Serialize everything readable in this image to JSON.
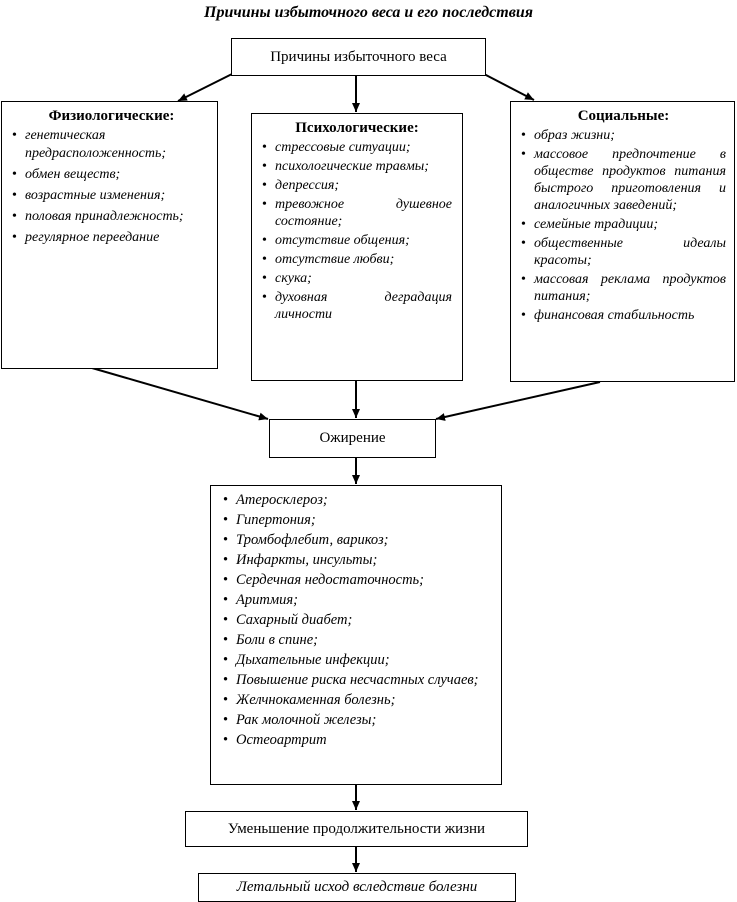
{
  "title": "Причины избыточного веса и его последствия",
  "causes_header": "Причины избыточного веса",
  "physiological": {
    "heading": "Физиологические:",
    "items": [
      "генетическая предрасположенность;",
      "обмен веществ;",
      "возрастные изменения;",
      "половая принадлежность;",
      "регулярное переедание"
    ]
  },
  "psychological": {
    "heading": "Психологические:",
    "items": [
      "стрессовые ситуации;",
      "психологические травмы;",
      "депрессия;",
      "тревожное душевное состояние;",
      "отсутствие общения;",
      "отсутствие любви;",
      "скука;",
      "духовная деградация личности"
    ]
  },
  "social": {
    "heading": "Социальные:",
    "items": [
      "образ жизни;",
      "массовое предпочтение в обществе продуктов питания быстрого приготовления и аналогичных заведений;",
      "семейные традиции;",
      "общественные идеалы красоты;",
      "массовая реклама продуктов питания;",
      "финансовая стабильность"
    ]
  },
  "obesity": "Ожирение",
  "consequences": [
    "Атеросклероз;",
    "Гипертония;",
    "Тромбофлебит, варикоз;",
    "Инфаркты, инсульты;",
    "Сердечная недостаточность;",
    "Аритмия;",
    "Сахарный диабет;",
    "Боли в спине;",
    "Дыхательные инфекции;",
    "Повышение риска несчастных случаев;",
    "Желчнокаменная болезнь;",
    "Рак молочной железы;",
    "Остеоартрит"
  ],
  "life_reduction": "Уменьшение продолжительности жизни",
  "lethal_outcome": "Летальный исход вследствие болезни"
}
